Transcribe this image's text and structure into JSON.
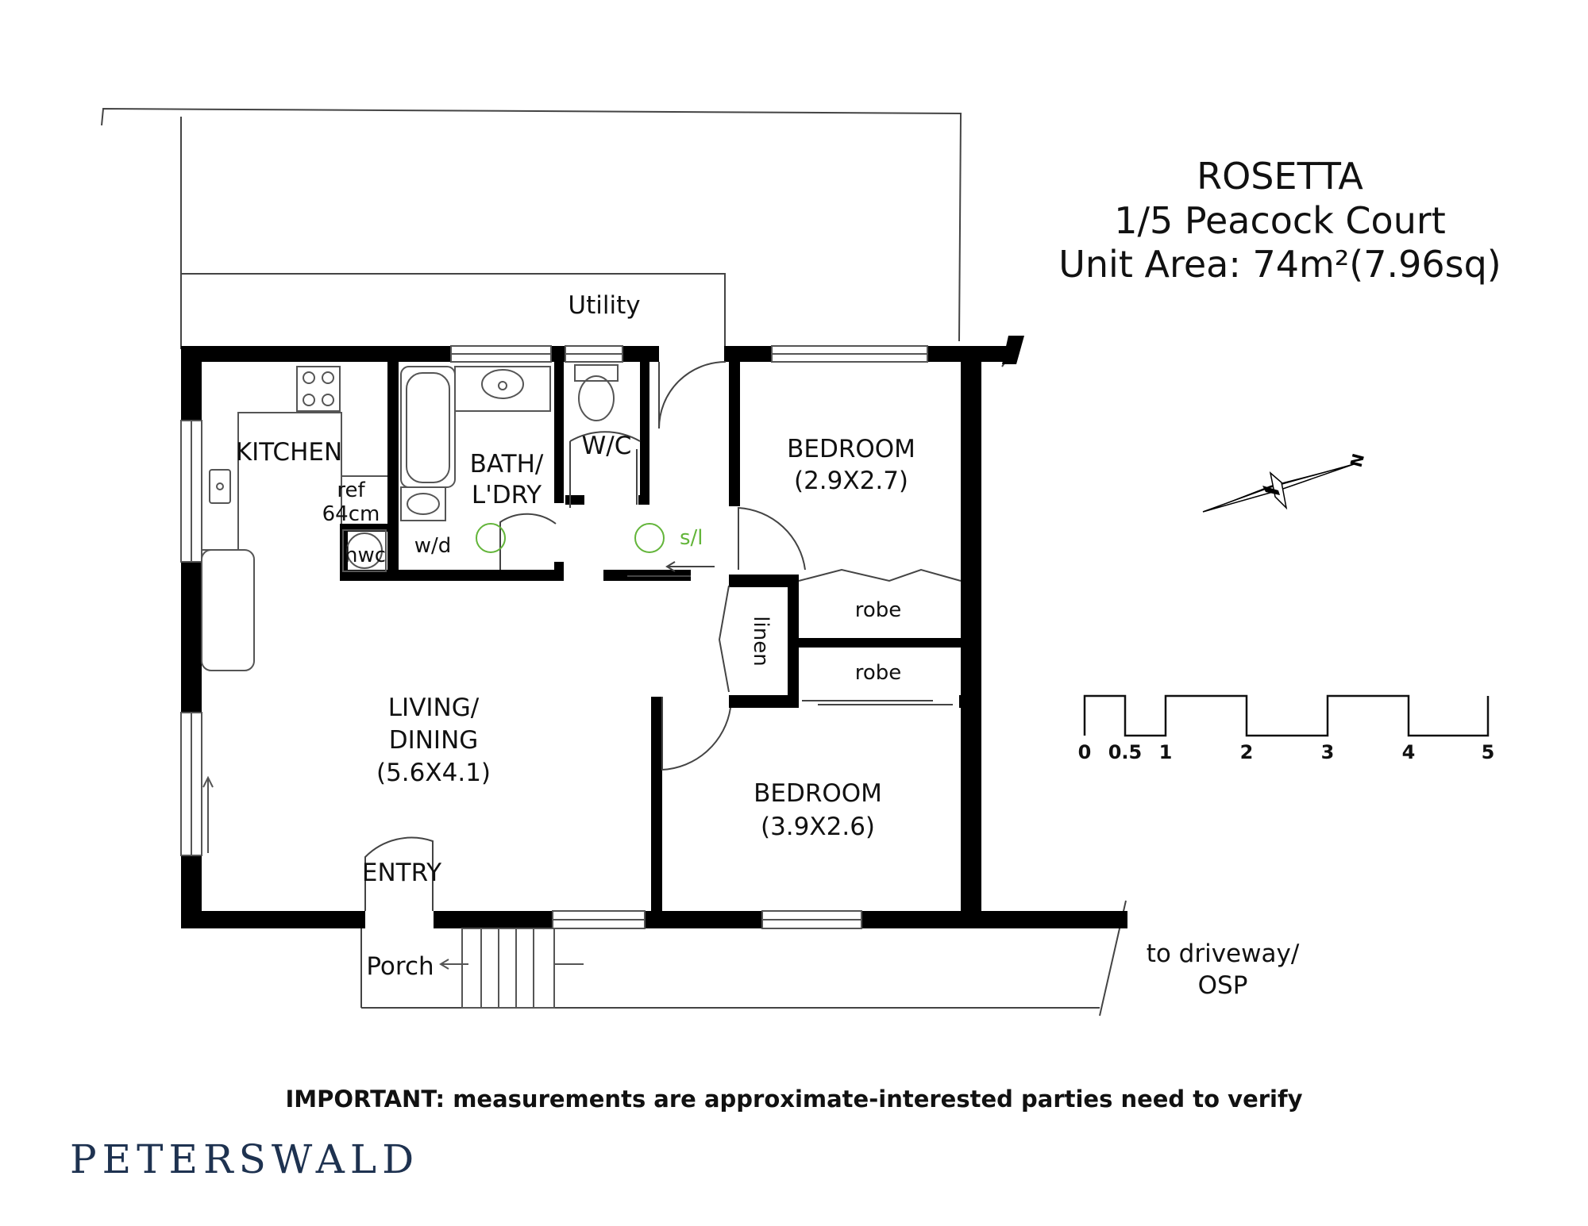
{
  "title": {
    "name": "ROSETTA",
    "address": "1/5 Peacock Court",
    "area": "Unit Area: 74m²(7.96sq)"
  },
  "rooms": {
    "utility": "Utility",
    "kitchen": "KITCHEN",
    "bath_line1": "BATH/",
    "bath_line2": "L'DRY",
    "wc": "W/C",
    "bedroom1_name": "BEDROOM",
    "bedroom1_size": "(2.9X2.7)",
    "bedroom2_name": "BEDROOM",
    "bedroom2_size": "(3.9X2.6)",
    "living_line1": "LIVING/",
    "living_line2": "DINING",
    "living_size": "(5.6X4.1)",
    "entry": "ENTRY",
    "porch": "Porch",
    "robe1": "robe",
    "robe2": "robe",
    "linen": "linen",
    "ref_line1": "ref",
    "ref_line2": "64cm",
    "hwc": "hwc",
    "wd": "w/d",
    "skylight": "s/l",
    "driveway_line1": "to driveway/",
    "driveway_line2": "OSP"
  },
  "compass": {
    "label": "N"
  },
  "scale_bar": {
    "ticks": [
      "0",
      "0.5",
      "1",
      "2",
      "3",
      "4",
      "5"
    ]
  },
  "footer": {
    "note": "IMPORTANT: measurements are approximate-interested parties need to verify",
    "brand": "PETERSWALD"
  },
  "colors": {
    "brand": "#1e3250",
    "wall": "#000000",
    "skylight": "#63b53a"
  }
}
